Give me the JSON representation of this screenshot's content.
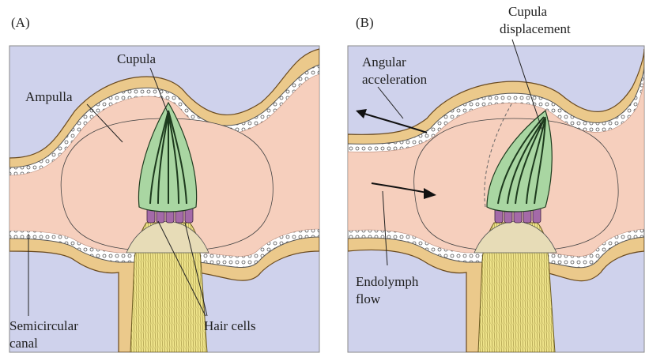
{
  "panels": [
    {
      "id": "A",
      "letter": "(A)",
      "labels": {
        "cupula": "Cupula",
        "ampulla": "Ampulla",
        "semicircular_canal_line1": "Semicircular",
        "semicircular_canal_line2": "canal",
        "hair_cells": "Hair cells"
      }
    },
    {
      "id": "B",
      "letter": "(B)",
      "labels": {
        "cupula_displacement_line1": "Cupula",
        "cupula_displacement_line2": "displacement",
        "angular_acceleration_line1": "Angular",
        "angular_acceleration_line2": "acceleration",
        "endolymph_flow_line1": "Endolymph",
        "endolymph_flow_line2": "flow"
      }
    }
  ],
  "colors": {
    "background": "#cfd2ec",
    "wall_tan": "#ebc98b",
    "wall_border": "#6a4a1f",
    "membrane": "#ffffff",
    "endolymph": "#f6cfbd",
    "cupula_green": "#a9d6a2",
    "hair_cells_purple": "#a46aa8",
    "crista_yellow": "#eee38a"
  }
}
